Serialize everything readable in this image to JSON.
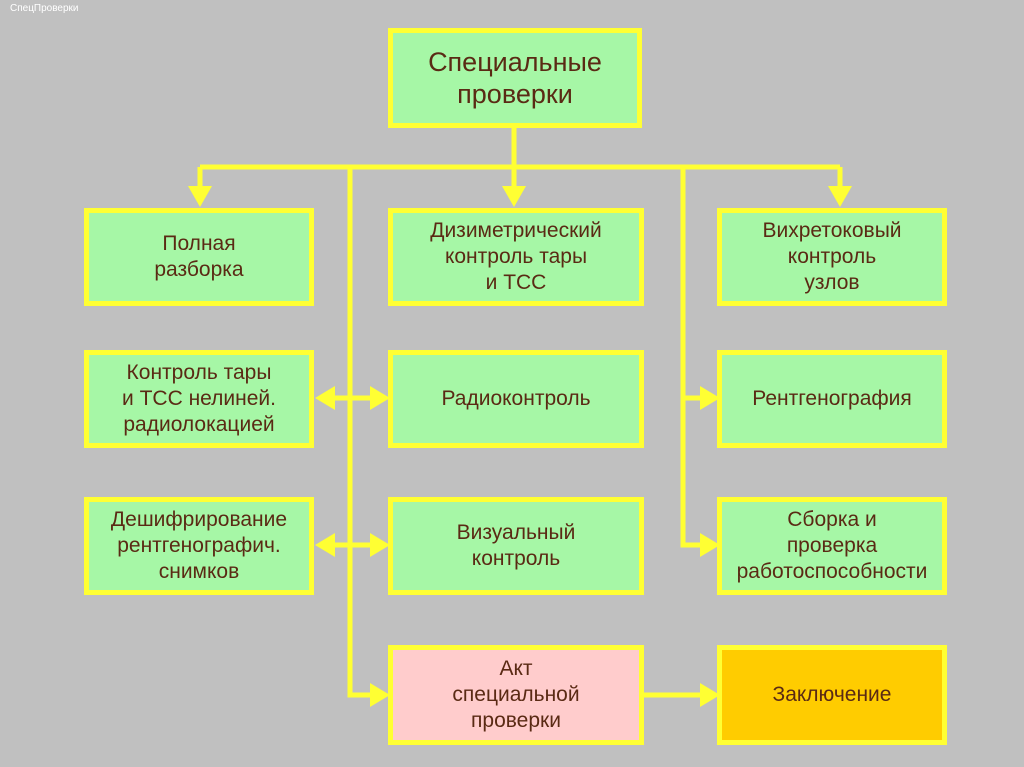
{
  "caption": "СпецПроверки",
  "colors": {
    "background": "#c0c0c0",
    "box_fill": "#a6f7a6",
    "box_border": "#ffff33",
    "connector": "#ffff33",
    "text": "#5a2a14",
    "act_fill": "#ffcccc",
    "conclusion_fill": "#ffcc00"
  },
  "nodes": {
    "root": "Специальные\nпроверки",
    "full_disassembly": "Полная\nразборка",
    "dosimetric": "Дизиметрический\nконтроль тары\nи ТСС",
    "eddy_current": "Вихретоковый\nконтроль\nузлов",
    "nonlinear_radar": "Контроль тары\nи ТСС нелиней.\nрадиолокацией",
    "radio_control": "Радиоконтроль",
    "radiography": "Рентгенография",
    "xray_decoding": "Дешифрирование\nрентгенографич.\nснимков",
    "visual_control": "Визуальный\nконтроль",
    "assembly_check": "Сборка и\nпроверка\nработоспособности",
    "act": "Акт\nспециальной\nпроверки",
    "conclusion": "Заключение"
  }
}
